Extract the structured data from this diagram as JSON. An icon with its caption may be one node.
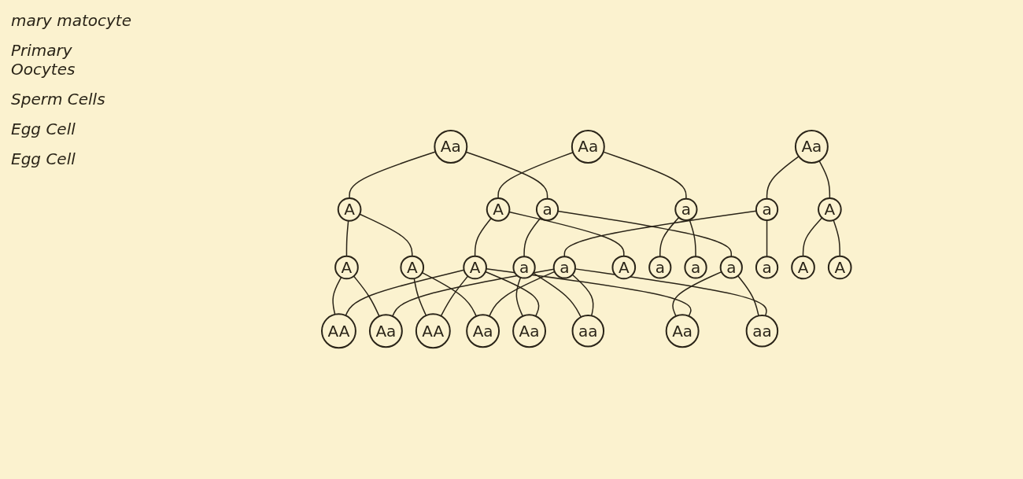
{
  "diagram": {
    "nodes": [
      {
        "text": [
          "Aa"
        ]
      },
      {
        "text": [
          "Aa"
        ]
      },
      {
        "text": [
          "Aa"
        ]
      },
      {
        "text": [
          "A"
        ]
      },
      {
        "text": [
          "a"
        ]
      },
      {
        "text": [
          "A"
        ]
      },
      {
        "text": [
          "a"
        ]
      },
      {
        "text": [
          "a"
        ]
      },
      {
        "text": [
          "A"
        ]
      },
      {
        "text": [
          "A"
        ]
      },
      {
        "text": [
          "A"
        ]
      },
      {
        "text": [
          "a"
        ]
      },
      {
        "text": [
          "a"
        ]
      },
      {
        "text": [
          "A"
        ]
      },
      {
        "text": [
          "A"
        ]
      },
      {
        "text": [
          "a"
        ]
      },
      {
        "text": [
          "a"
        ]
      },
      {
        "text": [
          "a"
        ]
      },
      {
        "text": [
          "a"
        ]
      },
      {
        "text": [
          "A"
        ]
      },
      {
        "text": [
          "A"
        ]
      },
      {
        "text": [
          "AA"
        ]
      },
      {
        "text": [
          "AA"
        ]
      },
      {
        "text": [
          "Aa"
        ]
      },
      {
        "text": [
          "Aa"
        ]
      },
      {
        "text": [
          "Aa"
        ]
      },
      {
        "text": [
          "Aa"
        ]
      },
      {
        "text": [
          "aa"
        ]
      },
      {
        "text": [
          "aa"
        ]
      }
    ],
    "edges": [
      {
        "from": 0,
        "to": 3,
        "arrow": "none"
      },
      {
        "from": 0,
        "to": 4,
        "arrow": "none"
      },
      {
        "from": 3,
        "to": 9,
        "arrow": "none"
      },
      {
        "from": 3,
        "to": 10,
        "arrow": "none"
      },
      {
        "from": 4,
        "to": 11,
        "arrow": "none"
      },
      {
        "from": 4,
        "to": 12,
        "arrow": "none"
      },
      {
        "from": 1,
        "to": 5,
        "arrow": "none"
      },
      {
        "from": 1,
        "to": 6,
        "arrow": "none"
      },
      {
        "from": 5,
        "to": 13,
        "arrow": "none"
      },
      {
        "from": 5,
        "to": 14,
        "arrow": "none"
      },
      {
        "from": 6,
        "to": 15,
        "arrow": "none"
      },
      {
        "from": 6,
        "to": 16,
        "arrow": "none"
      },
      {
        "from": 2,
        "to": 7,
        "arrow": "none"
      },
      {
        "from": 2,
        "to": 8,
        "arrow": "none"
      },
      {
        "from": 7,
        "to": 17,
        "arrow": "none"
      },
      {
        "from": 7,
        "to": 18,
        "arrow": "none"
      },
      {
        "from": 8,
        "to": 19,
        "arrow": "none"
      },
      {
        "from": 8,
        "to": 20,
        "arrow": "none"
      },
      {
        "from": 9,
        "to": 21,
        "arrow": "none"
      },
      {
        "from": 9,
        "to": 25,
        "arrow": "none"
      },
      {
        "from": 10,
        "to": 22,
        "arrow": "none"
      },
      {
        "from": 10,
        "to": 26,
        "arrow": "none"
      },
      {
        "from": 11,
        "to": 23,
        "arrow": "none"
      },
      {
        "from": 11,
        "to": 27,
        "arrow": "none"
      },
      {
        "from": 12,
        "to": 24,
        "arrow": "none"
      },
      {
        "from": 12,
        "to": 28,
        "arrow": "none"
      },
      {
        "from": 13,
        "to": 21,
        "arrow": "none"
      },
      {
        "from": 13,
        "to": 22,
        "arrow": "none"
      },
      {
        "from": 13,
        "to": 23,
        "arrow": "none"
      },
      {
        "from": 13,
        "to": 24,
        "arrow": "none"
      },
      {
        "from": 17,
        "to": 25,
        "arrow": "none"
      },
      {
        "from": 17,
        "to": 26,
        "arrow": "none"
      },
      {
        "from": 17,
        "to": 27,
        "arrow": "none"
      },
      {
        "from": 17,
        "to": 28,
        "arrow": "none"
      }
    ],
    "labels": [
      "mary matocyte",
      "Primary Oocytes",
      "Sperm Cells",
      "Egg Cell",
      "Egg Cell"
    ]
  }
}
